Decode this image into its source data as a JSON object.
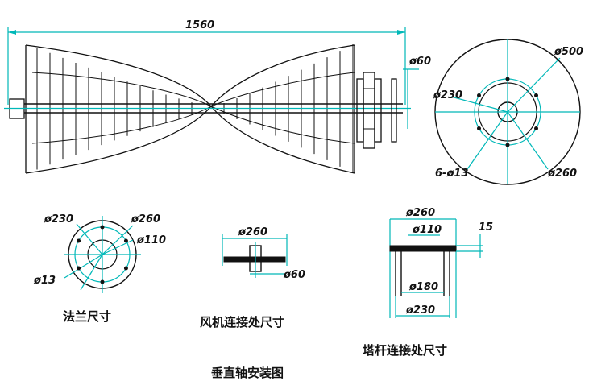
{
  "dimensions": {
    "overall_length": "1560",
    "shaft_diameter": "ø60",
    "disk_outer": "ø500",
    "disk_inner": "ø230",
    "disk_bolt_circle": "ø260",
    "disk_holes": "6-ø13",
    "flange_d230": "ø230",
    "flange_d260": "ø260",
    "flange_d110": "ø110",
    "flange_hole": "ø13",
    "conn_d260": "ø260",
    "conn_d60": "ø60",
    "tower_d260": "ø260",
    "tower_d110": "ø110",
    "tower_thickness": "15",
    "tower_d180": "ø180",
    "tower_d230": "ø230"
  },
  "captions": {
    "flange": "法兰尺寸",
    "connection": "风机连接处尺寸",
    "tower": "塔杆连接处尺寸",
    "title": "垂直轴安装图"
  },
  "colors": {
    "dimension": "#00b8b8",
    "ink": "#111111"
  }
}
